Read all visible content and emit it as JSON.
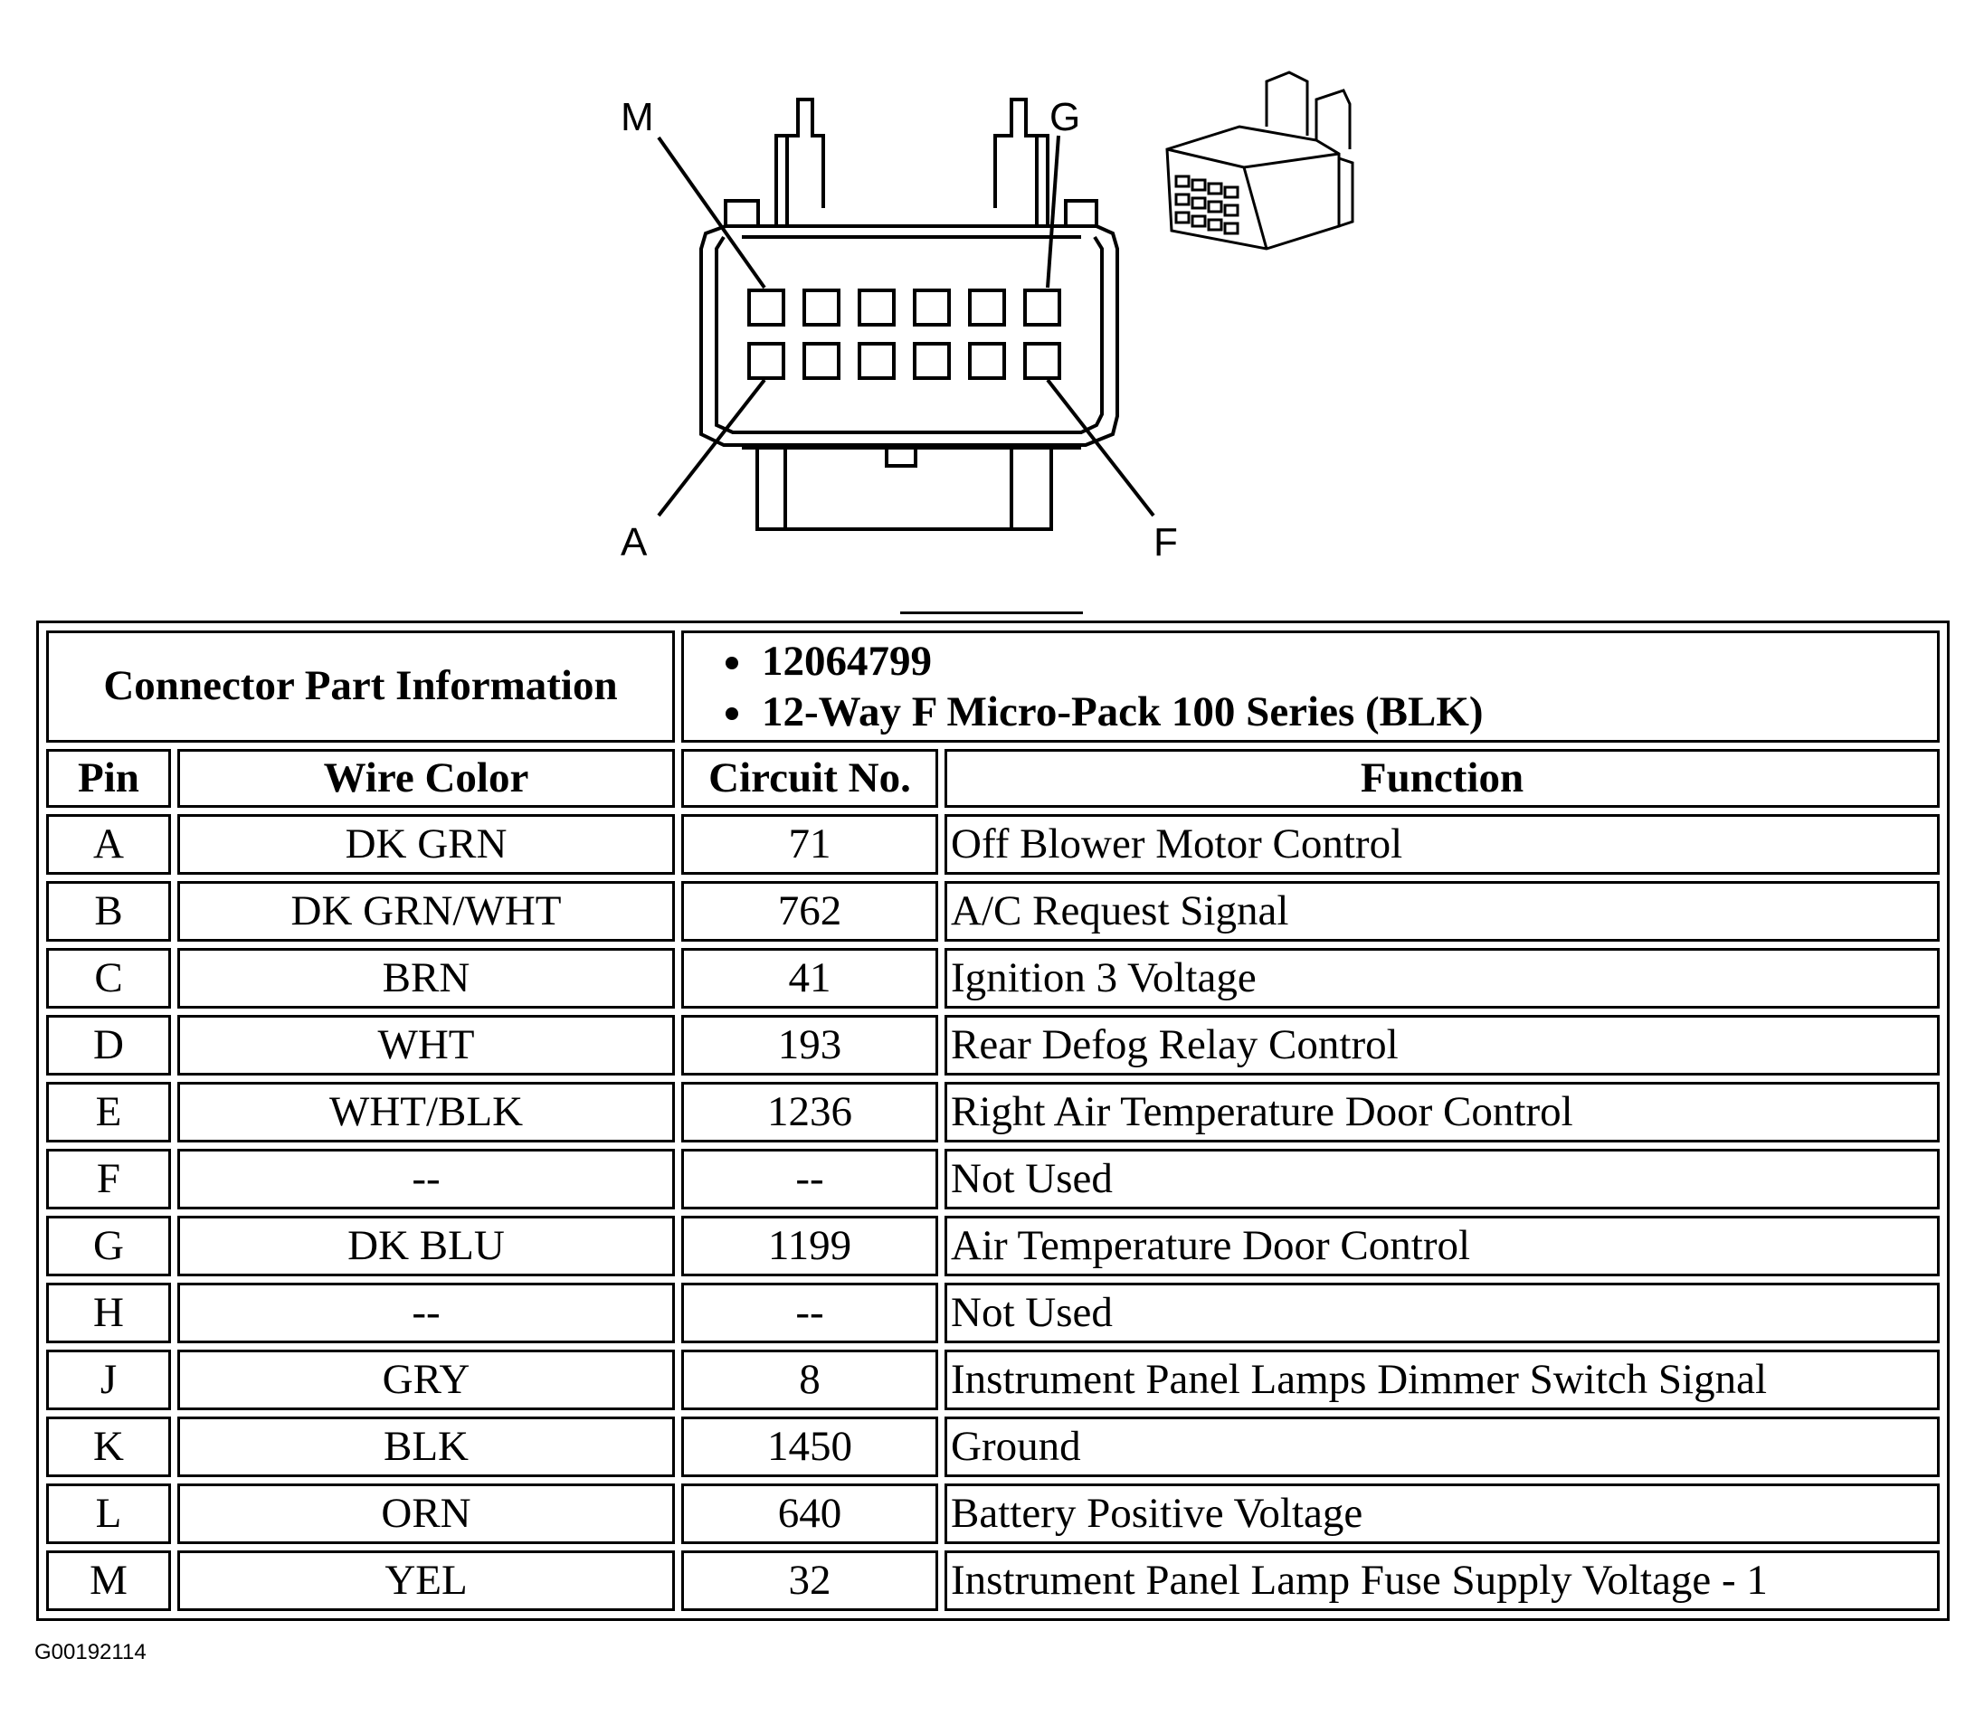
{
  "diagram": {
    "callouts": {
      "top_left": "M",
      "top_right": "G",
      "bottom_left": "A",
      "bottom_right": "F"
    }
  },
  "connector_info": {
    "label": "Connector Part Information",
    "items": [
      "12064799",
      "12-Way F Micro-Pack 100 Series (BLK)"
    ]
  },
  "table": {
    "headers": [
      "Pin",
      "Wire Color",
      "Circuit No.",
      "Function"
    ],
    "rows": [
      {
        "pin": "A",
        "wire": "DK GRN",
        "circuit": "71",
        "function": "Off Blower Motor Control"
      },
      {
        "pin": "B",
        "wire": "DK GRN/WHT",
        "circuit": "762",
        "function": "A/C Request Signal"
      },
      {
        "pin": "C",
        "wire": "BRN",
        "circuit": "41",
        "function": "Ignition 3 Voltage"
      },
      {
        "pin": "D",
        "wire": "WHT",
        "circuit": "193",
        "function": "Rear Defog Relay Control"
      },
      {
        "pin": "E",
        "wire": "WHT/BLK",
        "circuit": "1236",
        "function": "Right Air Temperature Door Control"
      },
      {
        "pin": "F",
        "wire": "--",
        "circuit": "--",
        "function": "Not Used"
      },
      {
        "pin": "G",
        "wire": "DK BLU",
        "circuit": "1199",
        "function": "Air Temperature Door Control"
      },
      {
        "pin": "H",
        "wire": "--",
        "circuit": "--",
        "function": "Not Used"
      },
      {
        "pin": "J",
        "wire": "GRY",
        "circuit": "8",
        "function": "Instrument Panel Lamps Dimmer Switch Signal"
      },
      {
        "pin": "K",
        "wire": "BLK",
        "circuit": "1450",
        "function": "Ground"
      },
      {
        "pin": "L",
        "wire": "ORN",
        "circuit": "640",
        "function": "Battery Positive Voltage"
      },
      {
        "pin": "M",
        "wire": "YEL",
        "circuit": "32",
        "function": "Instrument Panel Lamp Fuse Supply Voltage - 1"
      }
    ]
  },
  "figure_code": "G00192114"
}
